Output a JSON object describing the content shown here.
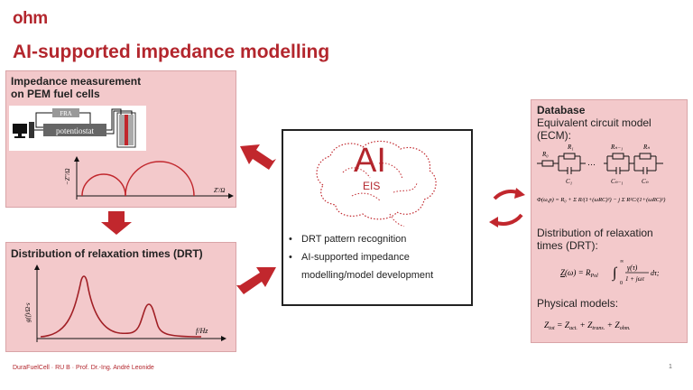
{
  "logo": "ohm",
  "title": "AI-supported impedance modelling",
  "panel_measurement": {
    "title_line1": "Impedance measurement",
    "title_line2": "on PEM fuel cells",
    "fra_label": "FRA",
    "potentiostat_label": "potentiostat",
    "y_axis": "−Z″/Ω",
    "x_axis": "Z′/Ω"
  },
  "panel_drt": {
    "title": "Distribution of relaxation times (DRT)",
    "y_axis": "g(f)/Ω·s",
    "x_axis": "f/Hz"
  },
  "center": {
    "ai_label": "AI",
    "eis_label": "EIS",
    "bullets": [
      "DRT pattern recognition",
      "AI-supported impedance",
      "modelling/model development"
    ]
  },
  "database": {
    "title": "Database",
    "ecm_line1": "Equivalent circuit model",
    "ecm_line2": "(ECM):",
    "r0": "R₀",
    "r1": "R₁",
    "rn1": "Rₙ₋₁",
    "rn": "Rₙ",
    "c1": "C₁",
    "cn1": "Cₙ₋₁",
    "cn": "Cₙ",
    "dots": "…",
    "drt_line1": "Distribution of relaxation",
    "drt_line2": "times (DRT):",
    "physical": "Physical models:",
    "eq_drt": "Z(ω) = R_Pol ∫₀^∞ γ(τ)/(1 + jωτ) dτ;",
    "eq_phys": "Z_tot = Z_act. + Z_trans. + Z_ohm."
  },
  "footer": "DuraFuelCell · RU B · Prof. Dr.-Ing. André Leonide",
  "page": "1",
  "colors": {
    "brand": "#b3262d",
    "panel": "#f3c9cb",
    "arrow": "#c1272d"
  }
}
